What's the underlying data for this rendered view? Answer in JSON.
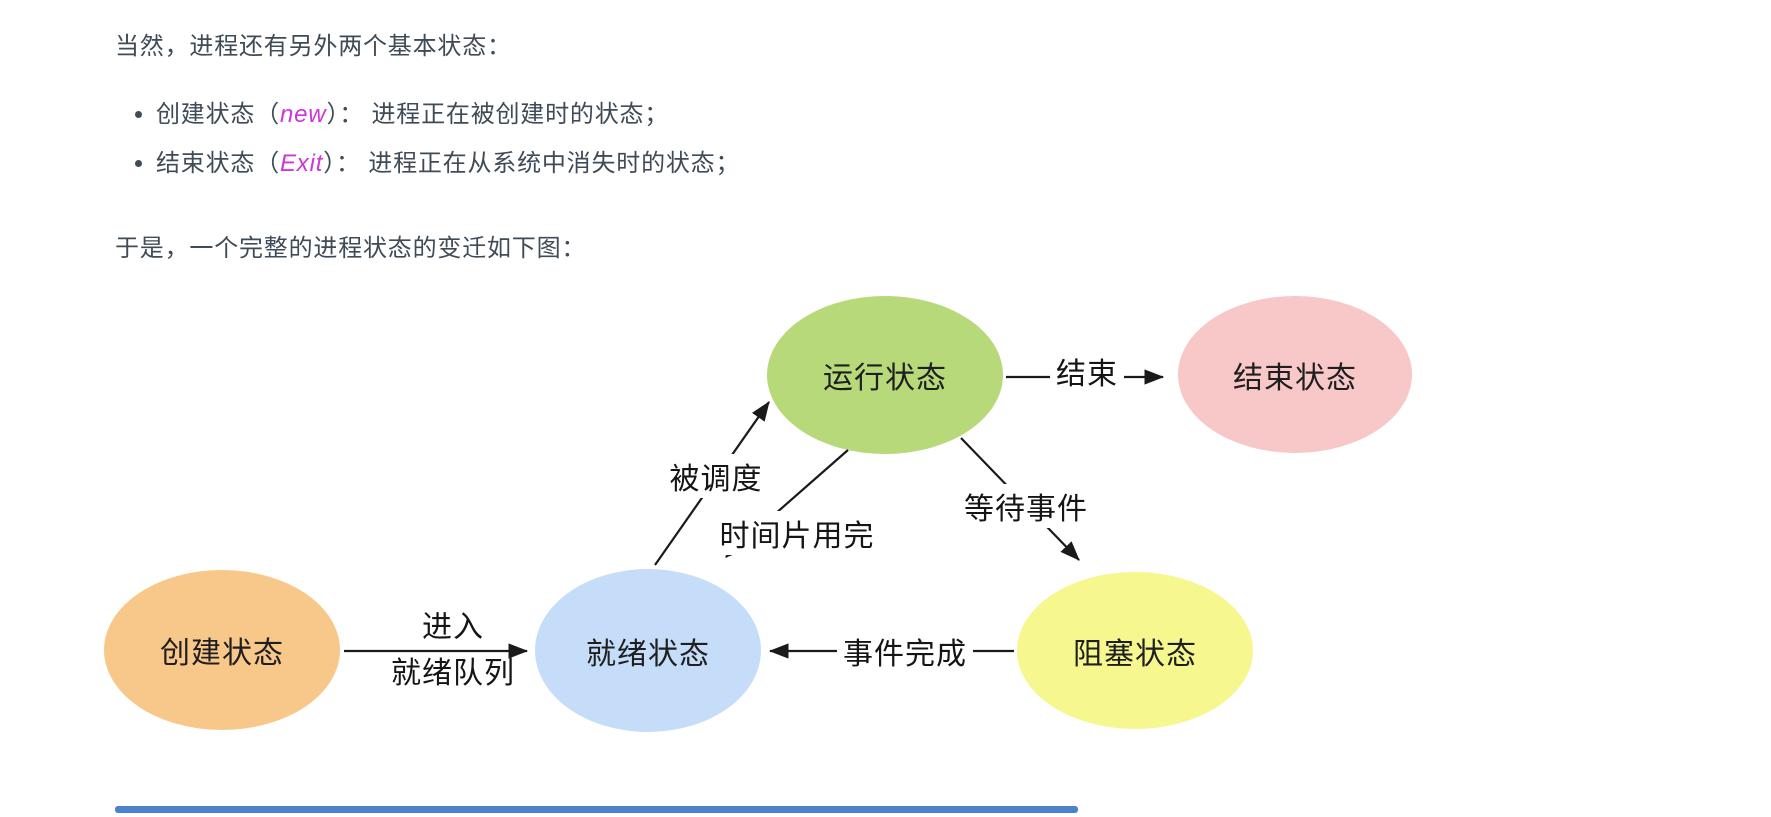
{
  "page": {
    "background": "#ffffff",
    "text_color": "#3f4b56",
    "divider_color": "#4d80cd"
  },
  "content": {
    "intro": "当然，进程还有另外两个基本状态：",
    "em_color": "#cf36d9",
    "bullets": [
      {
        "pre": "创建状态（",
        "em": "new",
        "post": "）： 进程正在被创建时的状态；"
      },
      {
        "pre": "结束状态（",
        "em": "Exit",
        "post": "）： 进程正在从系统中消失时的状态；"
      }
    ],
    "outro": "于是，一个完整的进程状态的变迁如下图："
  },
  "diagram": {
    "arrow_color": "#1a1a1a",
    "nodes": {
      "create": {
        "label": "创建状态",
        "color": "#f8c88b"
      },
      "ready": {
        "label": "就绪状态",
        "color": "#c5ddf8"
      },
      "running": {
        "label": "运行状态",
        "color": "#b7d97a"
      },
      "blocked": {
        "label": "阻塞状态",
        "color": "#f7f78f"
      },
      "exit": {
        "label": "结束状态",
        "color": "#f8c7c8"
      }
    },
    "edges": {
      "running_to_exit": {
        "label": "结束"
      },
      "ready_to_running": {
        "label": "被调度"
      },
      "running_to_ready": {
        "label": "时间片用完"
      },
      "running_to_blocked": {
        "label": "等待事件"
      },
      "blocked_to_ready": {
        "label": "事件完成"
      },
      "create_to_ready": {
        "label_line1": "进入",
        "label_line2": "就绪队列"
      }
    }
  }
}
